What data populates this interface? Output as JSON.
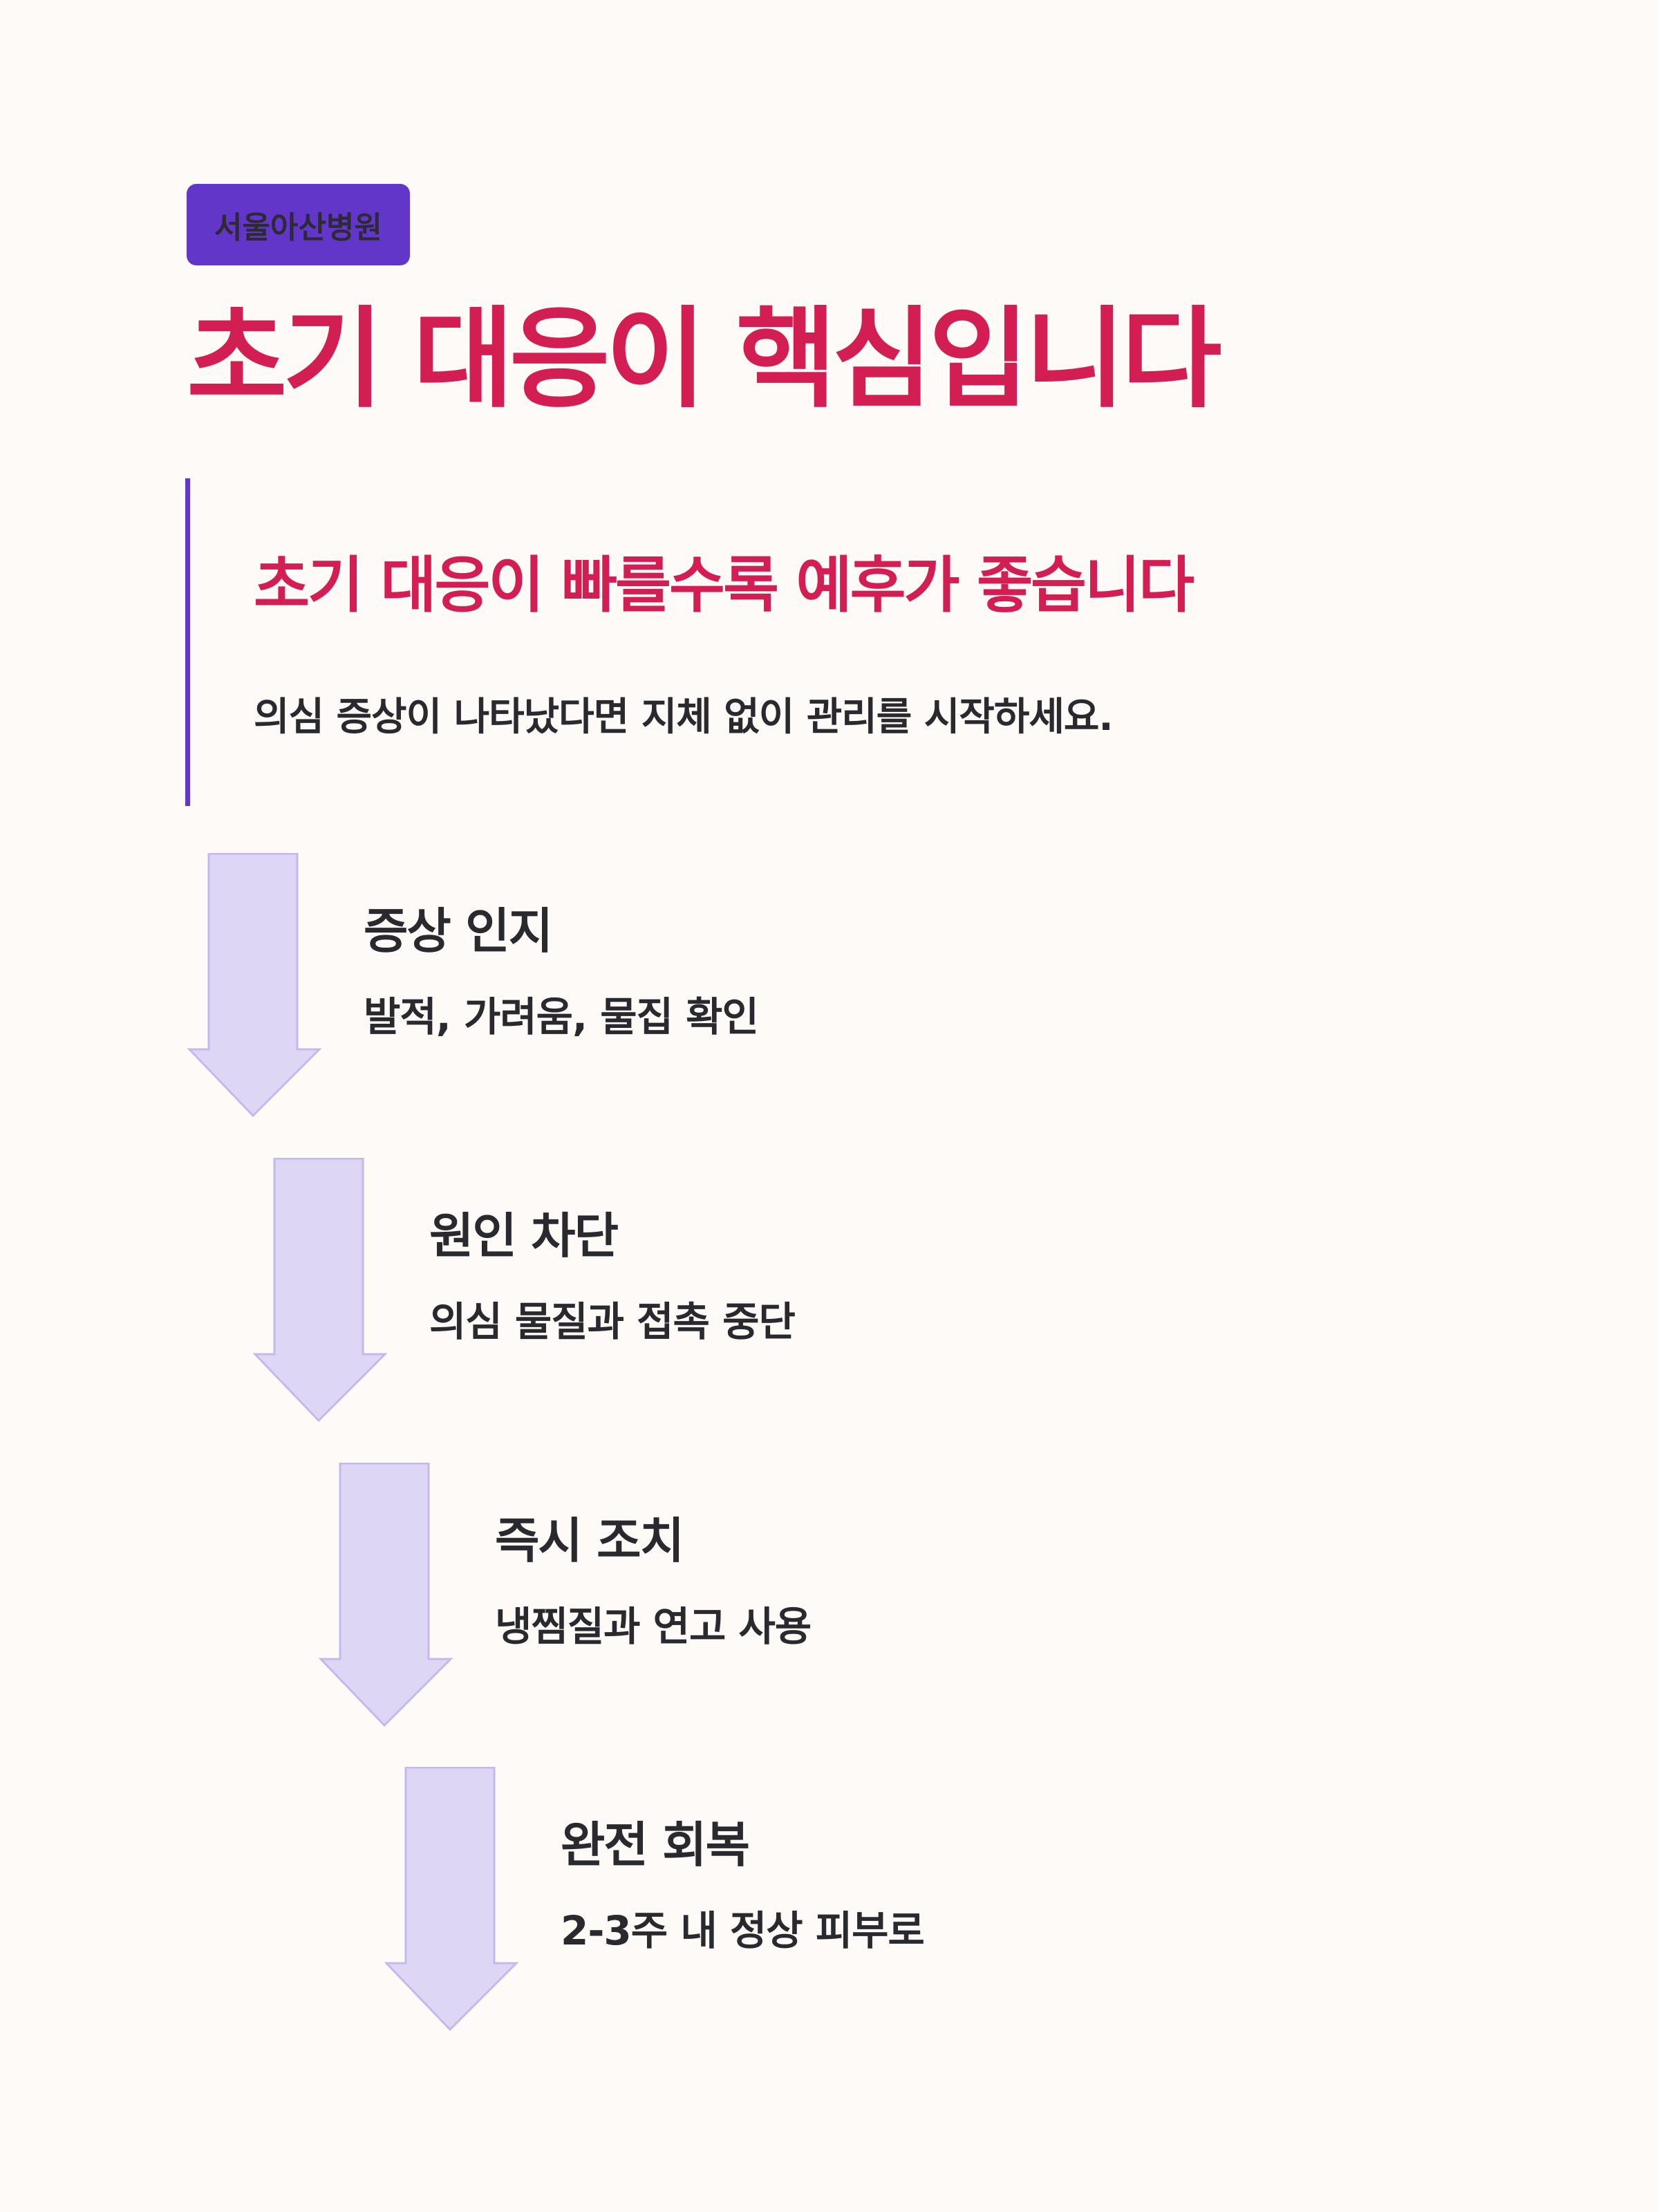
{
  "badge": {
    "label": "서울아산병원"
  },
  "title": "초기 대응이 핵심입니다",
  "callout": {
    "heading": "초기 대응이 빠를수록 예후가 좋습니다",
    "text": "의심 증상이 나타났다면 지체 없이 관리를 시작하세요."
  },
  "colors": {
    "accent_red": "#D21E53",
    "accent_purple": "#6236C9",
    "arrow_fill": "#DED6F5",
    "arrow_stroke": "#C5B8EC",
    "text": "#2A2A2E",
    "background": "#FDFAF8"
  },
  "steps": [
    {
      "title": "증상 인지",
      "desc": "발적, 가려움, 물집 확인",
      "icon": "down-arrow-icon"
    },
    {
      "title": "원인 차단",
      "desc": "의심 물질과 접촉 중단",
      "icon": "down-arrow-icon"
    },
    {
      "title": "즉시 조치",
      "desc": "냉찜질과 연고 사용",
      "icon": "down-arrow-icon"
    },
    {
      "title": "완전 회복",
      "desc": "2-3주 내 정상 피부로",
      "icon": "down-arrow-icon"
    }
  ]
}
